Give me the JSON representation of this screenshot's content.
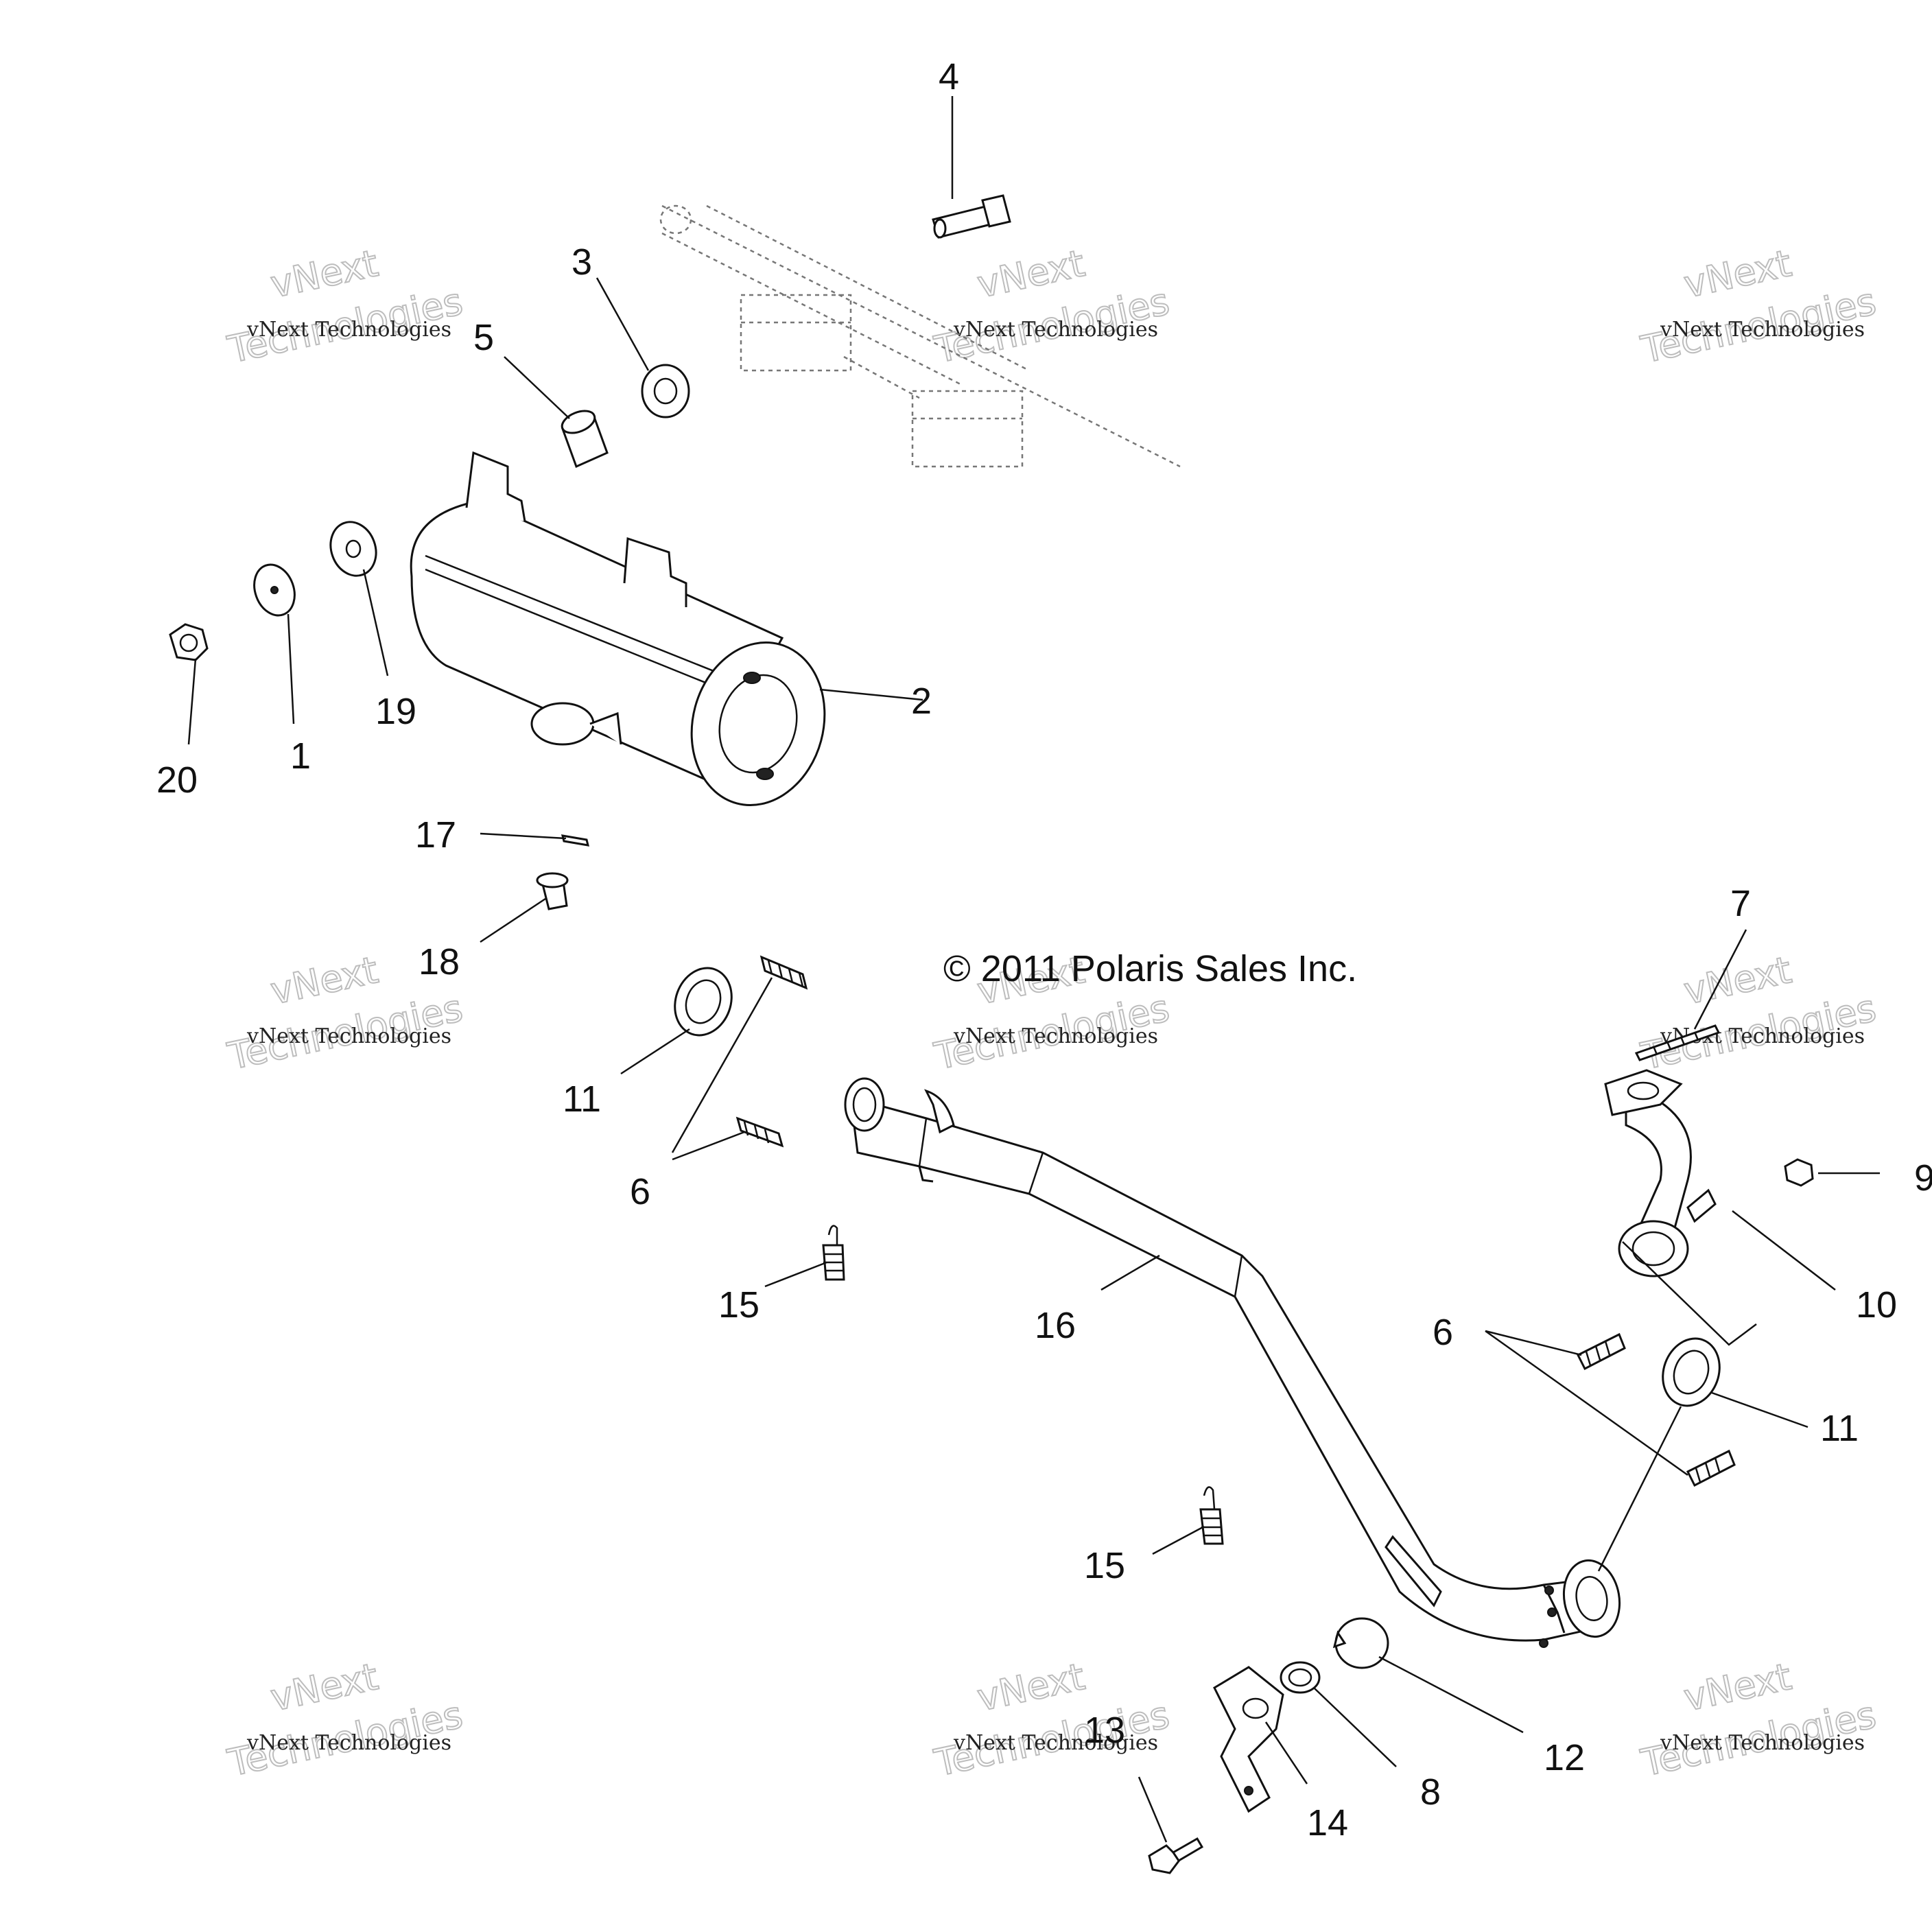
{
  "copyright": "© 2011 Polaris Sales Inc.",
  "watermark": {
    "line1": "vNext Technologies",
    "line2a": "vNext",
    "line2b": "Technologies"
  },
  "callouts": {
    "c1": "1",
    "c2": "2",
    "c3": "3",
    "c4": "4",
    "c5": "5",
    "c6": "6",
    "c7": "7",
    "c8": "8",
    "c9": "9",
    "c10": "10",
    "c11": "11",
    "c12": "12",
    "c13": "13",
    "c14": "14",
    "c15": "15",
    "c16": "16",
    "c17": "17",
    "c18": "18",
    "c19": "19",
    "c20": "20"
  }
}
